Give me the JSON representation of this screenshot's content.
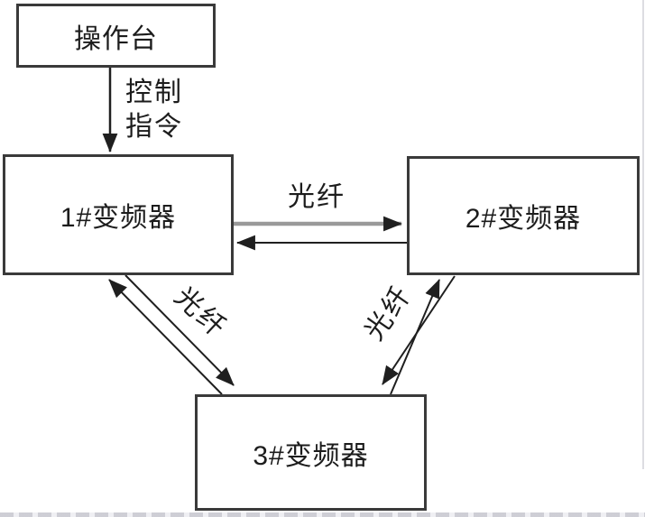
{
  "nodes": {
    "console": {
      "label": "操作台"
    },
    "inverter1": {
      "label": "1#变频器"
    },
    "inverter2": {
      "label": "2#变频器"
    },
    "inverter3": {
      "label": "3#变频器"
    }
  },
  "edges": {
    "control_command": {
      "label_line1": "控制",
      "label_line2": "指令",
      "from": "console",
      "to": "inverter1",
      "direction": "one-way"
    },
    "fiber_1_2": {
      "label": "光纤",
      "from": "inverter1",
      "to": "inverter2",
      "direction": "two-way"
    },
    "fiber_1_3": {
      "label": "光纤",
      "from": "inverter1",
      "to": "inverter3",
      "direction": "two-way"
    },
    "fiber_2_3": {
      "label": "光纤",
      "from": "inverter2",
      "to": "inverter3",
      "direction": "two-way"
    }
  },
  "colors": {
    "background": "#ffffff",
    "box_border": "#3a3a3a",
    "line_black": "#1f1f1f",
    "line_gray": "#999999",
    "text": "#1c1c1c"
  }
}
